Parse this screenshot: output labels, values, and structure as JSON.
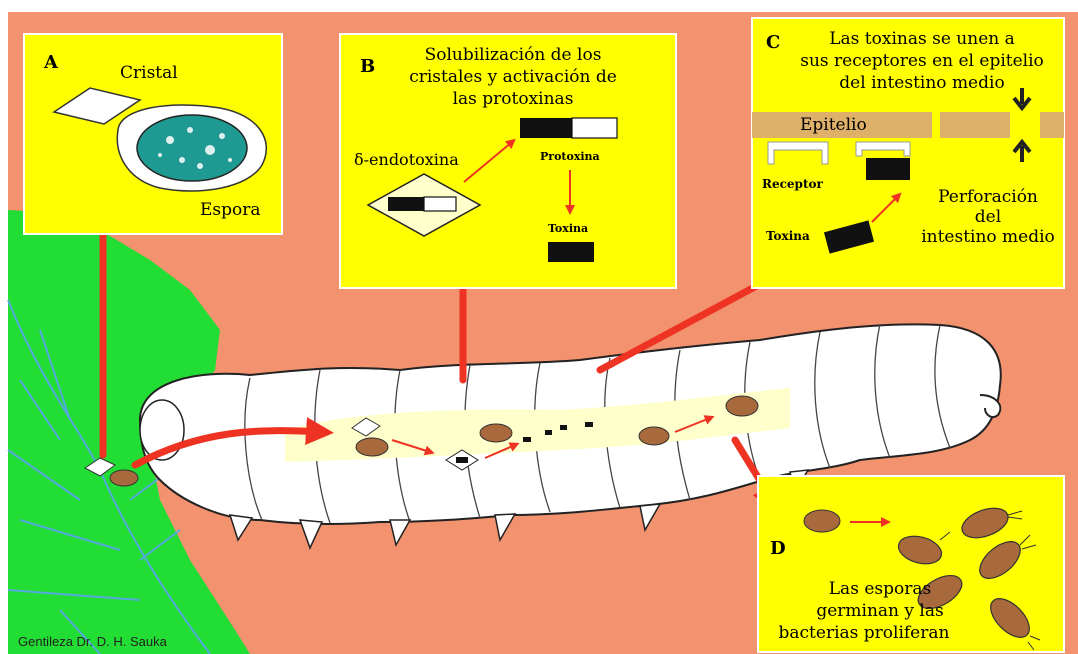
{
  "panel_a": {
    "letter": "A",
    "crystal_label": "Cristal",
    "spore_label": "Espora"
  },
  "panel_b": {
    "letter": "B",
    "title_lines": [
      "Solubilización de los",
      "cristales y activación de",
      "las protoxinas"
    ],
    "endotoxin_label": "δ-endotoxina",
    "protoxin_label": "Protoxina",
    "toxin_label": "Toxina"
  },
  "panel_c": {
    "letter": "C",
    "title_lines": [
      "Las toxinas se unen a",
      "sus receptores en el epitelio",
      "del intestino medio"
    ],
    "epithelium_label": "Epitelio",
    "receptor_label": "Receptor",
    "toxin_label": "Toxina",
    "perforation_lines": [
      "Perforación",
      "del",
      "intestino medio"
    ]
  },
  "panel_d": {
    "letter": "D",
    "caption_lines": [
      "Las esporas",
      "germinan y las",
      "bacterias proliferan"
    ]
  },
  "credit": "Gentileza Dr. D. H. Sauka",
  "colors": {
    "background": "#f2926f",
    "panel": "#ffff00",
    "leaf": "#22dd33",
    "vein": "#55aadd",
    "arrow": "#ee3322",
    "gut": "#ffffcc",
    "spore": "#a86a3c",
    "epithelium": "#deb06a"
  }
}
